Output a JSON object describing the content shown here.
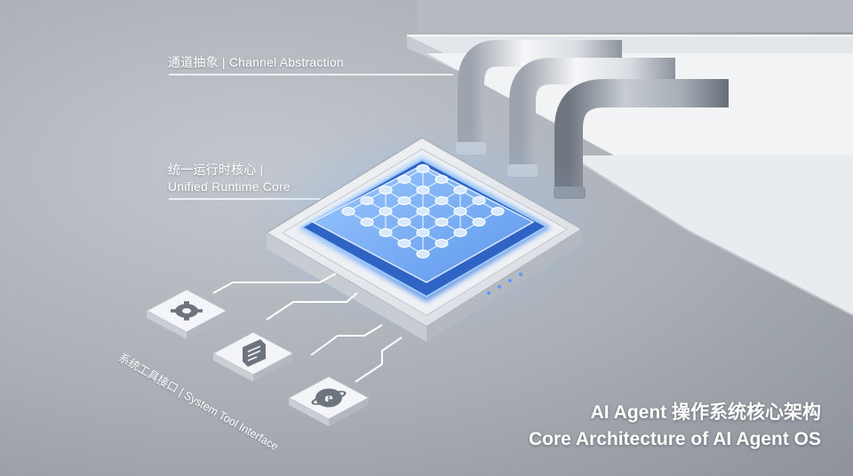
{
  "labels": {
    "channel_abstraction": "通道抽象 | Channel Abstraction",
    "runtime_core_cn": "统一运行时核心 |",
    "runtime_core_en": "Unified Runtime Core",
    "system_tool_interface": "系统工具接口 | System Tool Interface"
  },
  "title": {
    "cn": "AI Agent 操作系统核心架构",
    "en": "Core Architecture of AI Agent OS"
  },
  "tools": [
    {
      "icon": "gear-icon"
    },
    {
      "icon": "document-icon"
    },
    {
      "icon": "browser-e-icon"
    }
  ],
  "colors": {
    "accent_blue": "#3f7de6",
    "glow_blue": "#8fc2ff",
    "background": "#a9aeb5",
    "platform": "#e8ebef",
    "pipe": "#dfe3e8"
  }
}
